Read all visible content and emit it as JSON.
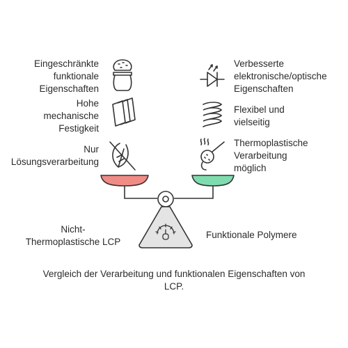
{
  "left_items": [
    {
      "label_lines": [
        "Eingeschränkte",
        "funktionale",
        "Eigenschaften"
      ],
      "icon": "flour-bag-icon"
    },
    {
      "label_lines": [
        "Hohe",
        "mechanische",
        "Festigkeit"
      ],
      "icon": "stacked-sheets-icon"
    },
    {
      "label_lines": [
        "Nur",
        "Lösungsverarbeitung"
      ],
      "icon": "crossed-leaf-icon"
    }
  ],
  "right_items": [
    {
      "label_lines": [
        "Verbesserte",
        "elektronische/optische",
        "Eigenschaften"
      ],
      "icon": "led-diode-icon"
    },
    {
      "label_lines": [
        "Flexibel und",
        "vielseitig"
      ],
      "icon": "spring-icon"
    },
    {
      "label_lines": [
        "Thermoplastische",
        "Verarbeitung",
        "möglich"
      ],
      "icon": "heating-flask-icon"
    }
  ],
  "scale": {
    "left_label_lines": [
      "Nicht-",
      "Thermoplastische LCP"
    ],
    "right_label": "Funktionale Polymere",
    "left_pan_color": "#f08b86",
    "right_pan_color": "#7fdcae"
  },
  "caption_lines": [
    "Vergleich der Verarbeitung und funktionalen Eigenschaften von",
    "LCP."
  ]
}
